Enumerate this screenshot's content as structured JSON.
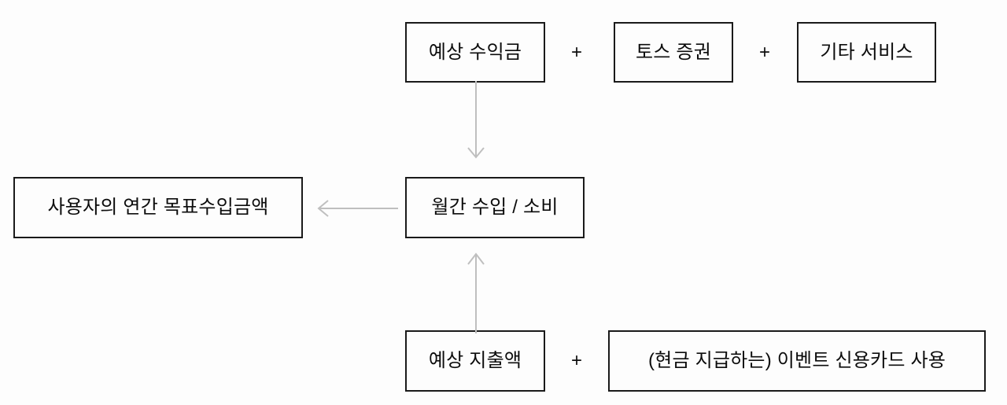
{
  "diagram": {
    "type": "flow-diagram",
    "language": "ko",
    "background_color": "#fdfdfd",
    "box_border_color": "#1a1a1a",
    "text_color": "#0c0c0c",
    "arrow_color": "#bfbfbf",
    "rows": {
      "top": {
        "nodes": [
          {
            "id": "expected-income",
            "label": "예상 수익금"
          },
          {
            "id": "toss-securities",
            "label": "토스 증권"
          },
          {
            "id": "other-services",
            "label": "기타 서비스"
          }
        ],
        "operators": [
          "+",
          "+"
        ]
      },
      "middle": {
        "nodes": [
          {
            "id": "annual-target-income",
            "label": "사용자의 연간 목표수입금액"
          },
          {
            "id": "monthly-income-spend",
            "label": "월간 수입 / 소비"
          }
        ]
      },
      "bottom": {
        "nodes": [
          {
            "id": "expected-expense",
            "label": "예상 지출액"
          },
          {
            "id": "event-credit-card",
            "label": "(현금 지급하는) 이벤트 신용카드 사용"
          }
        ],
        "operators": [
          "+"
        ]
      }
    },
    "connectors": [
      {
        "id": "down-to-monthly",
        "from": "expected-income",
        "to": "monthly-income-spend",
        "direction": "down"
      },
      {
        "id": "left-to-target",
        "from": "monthly-income-spend",
        "to": "annual-target-income",
        "direction": "left"
      },
      {
        "id": "up-to-monthly",
        "from": "expected-expense",
        "to": "monthly-income-spend",
        "direction": "up"
      }
    ]
  }
}
